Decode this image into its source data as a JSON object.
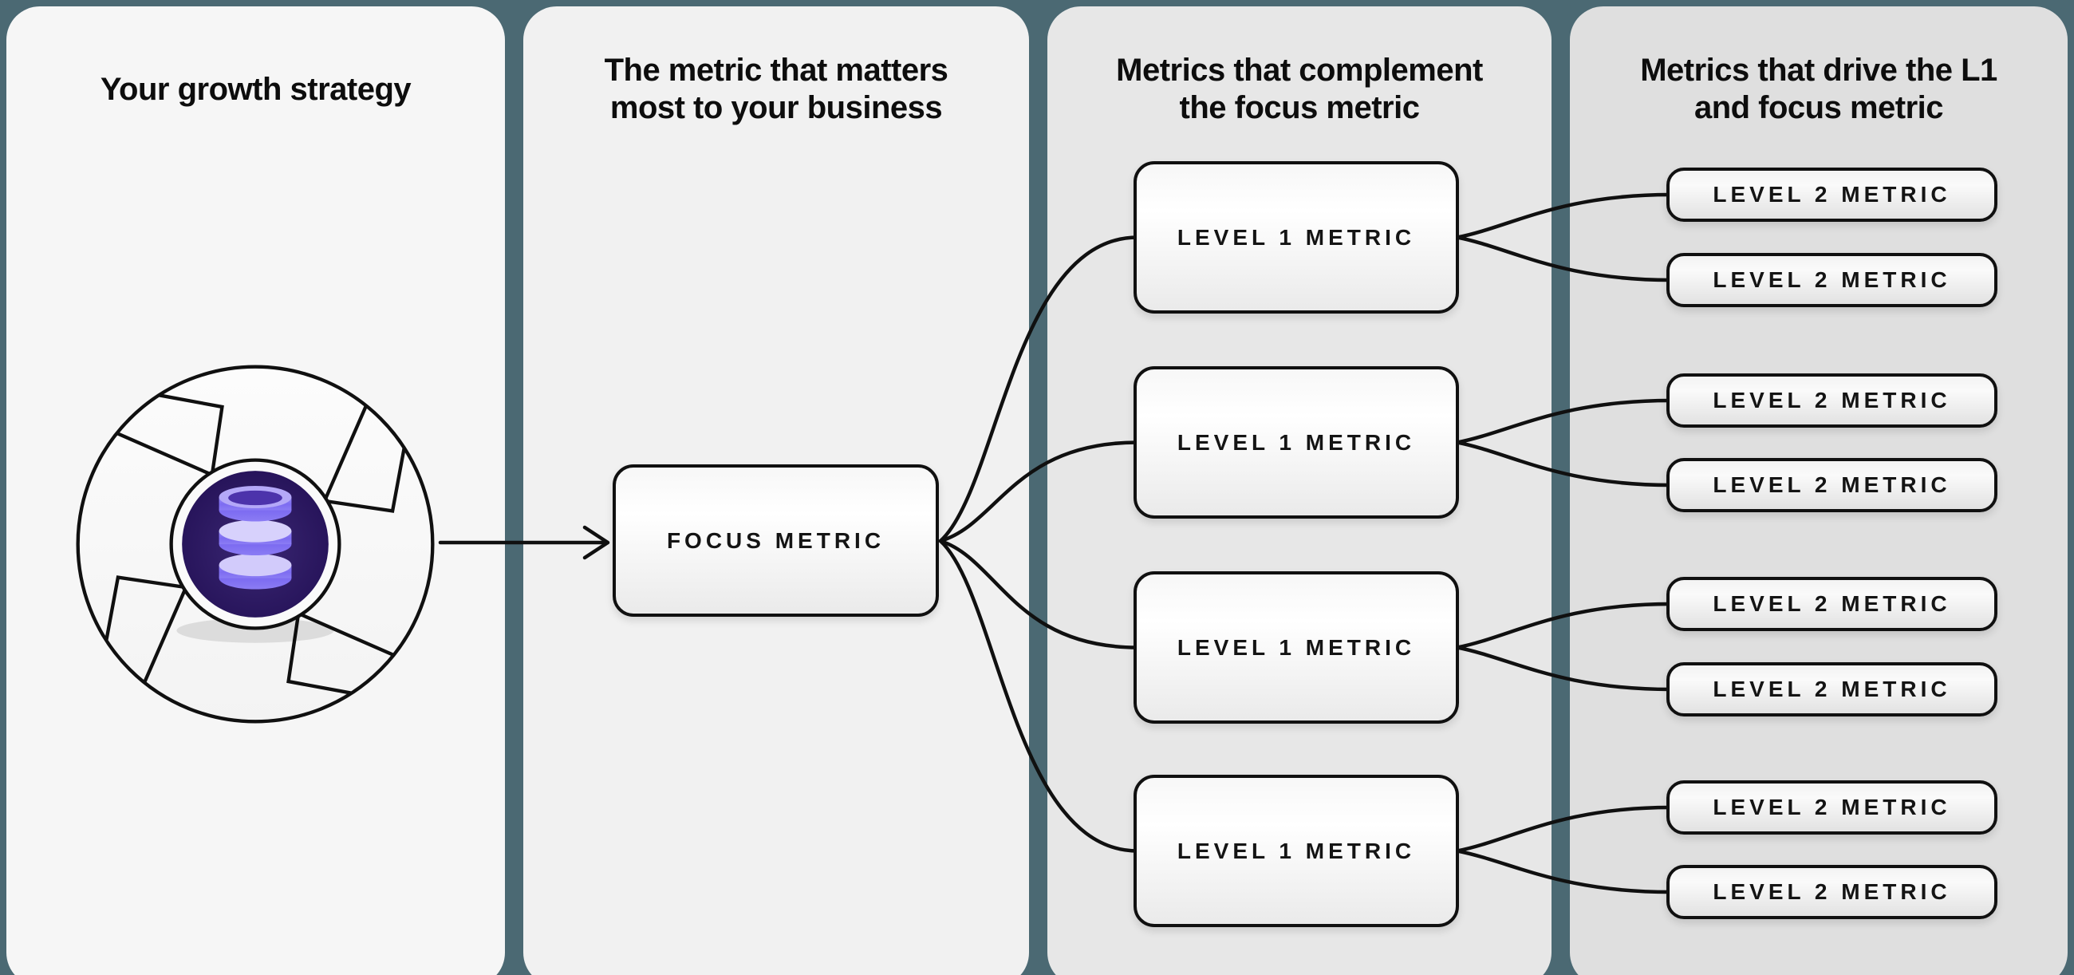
{
  "panels": [
    {
      "title_lines": [
        "Your growth strategy"
      ]
    },
    {
      "title_lines": [
        "The metric that matters",
        "most to your business"
      ]
    },
    {
      "title_lines": [
        "Metrics that complement",
        "the focus metric"
      ]
    },
    {
      "title_lines": [
        "Metrics that drive the L1",
        "and focus metric"
      ]
    }
  ],
  "focus_metric": {
    "label": "FOCUS METRIC"
  },
  "level1_metrics": [
    {
      "label": "LEVEL 1 METRIC"
    },
    {
      "label": "LEVEL 1 METRIC"
    },
    {
      "label": "LEVEL 1 METRIC"
    },
    {
      "label": "LEVEL 1 METRIC"
    }
  ],
  "level2_metrics": [
    {
      "label": "LEVEL 2 METRIC"
    },
    {
      "label": "LEVEL 2 METRIC"
    },
    {
      "label": "LEVEL 2 METRIC"
    },
    {
      "label": "LEVEL 2 METRIC"
    },
    {
      "label": "LEVEL 2 METRIC"
    },
    {
      "label": "LEVEL 2 METRIC"
    },
    {
      "label": "LEVEL 2 METRIC"
    },
    {
      "label": "LEVEL 2 METRIC"
    }
  ],
  "icons": {
    "flywheel": "flywheel-icon",
    "database": "database-icon"
  },
  "colors": {
    "background_teal": "#4b6973",
    "panel_1": "#f6f6f6",
    "panel_2": "#f1f1f1",
    "panel_3": "#e7e7e7",
    "panel_4": "#dfdfdf",
    "line_ink": "#101010",
    "db_circle_dark_purple": "#261457",
    "db_disc_purple": "#8576f2",
    "db_disc_light": "#c6befa"
  }
}
